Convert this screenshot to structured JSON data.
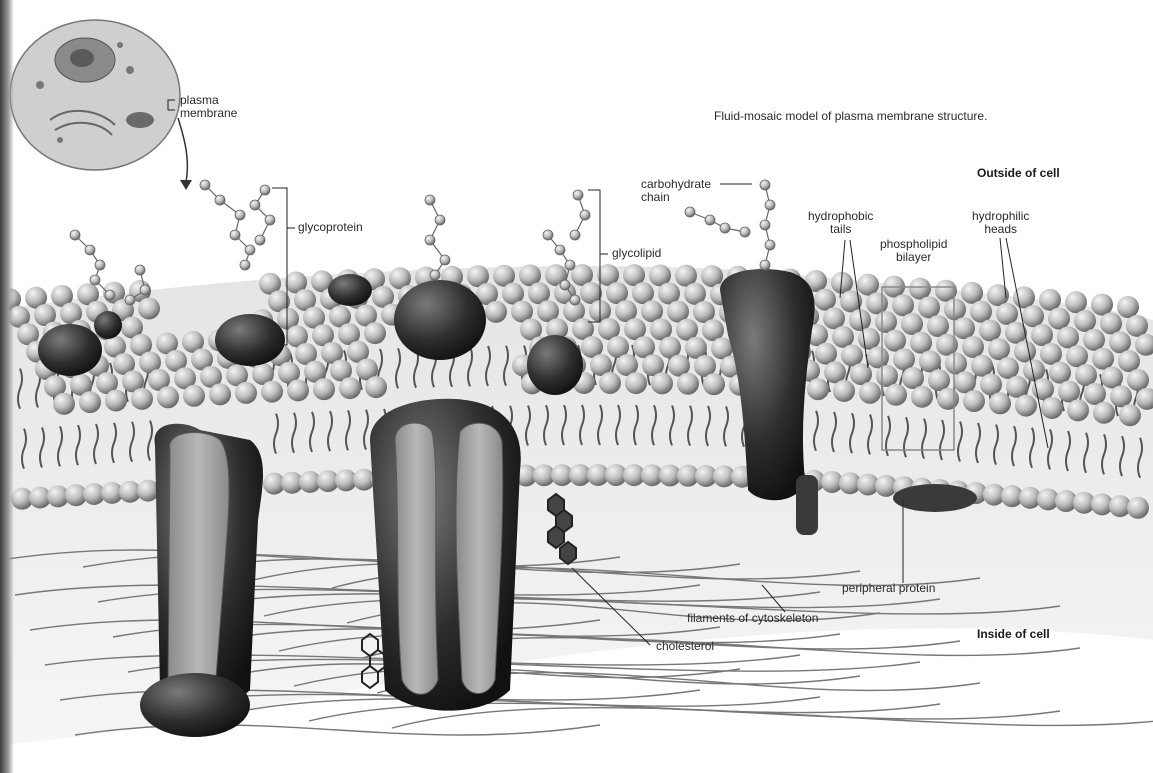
{
  "figure": {
    "title": "Fluid-mosaic model of plasma membrane structure.",
    "regions": {
      "outside": "Outside of cell",
      "inside": "Inside of cell"
    },
    "labels": {
      "plasma_membrane": "plasma\nmembrane",
      "glycoprotein": "glycoprotein",
      "glycolipid": "glycolipid",
      "carbohydrate_chain": "carbohydrate\nchain",
      "hydrophobic_tails": "hydrophobic\ntails",
      "phospholipid_bilayer": "phospholipid\nbilayer",
      "hydrophilic_heads": "hydrophilic\nheads",
      "peripheral_protein": "peripheral protein",
      "filaments_of_cytoskeleton": "filaments of cytoskeleton",
      "cholesterol": "cholesterol"
    }
  }
}
